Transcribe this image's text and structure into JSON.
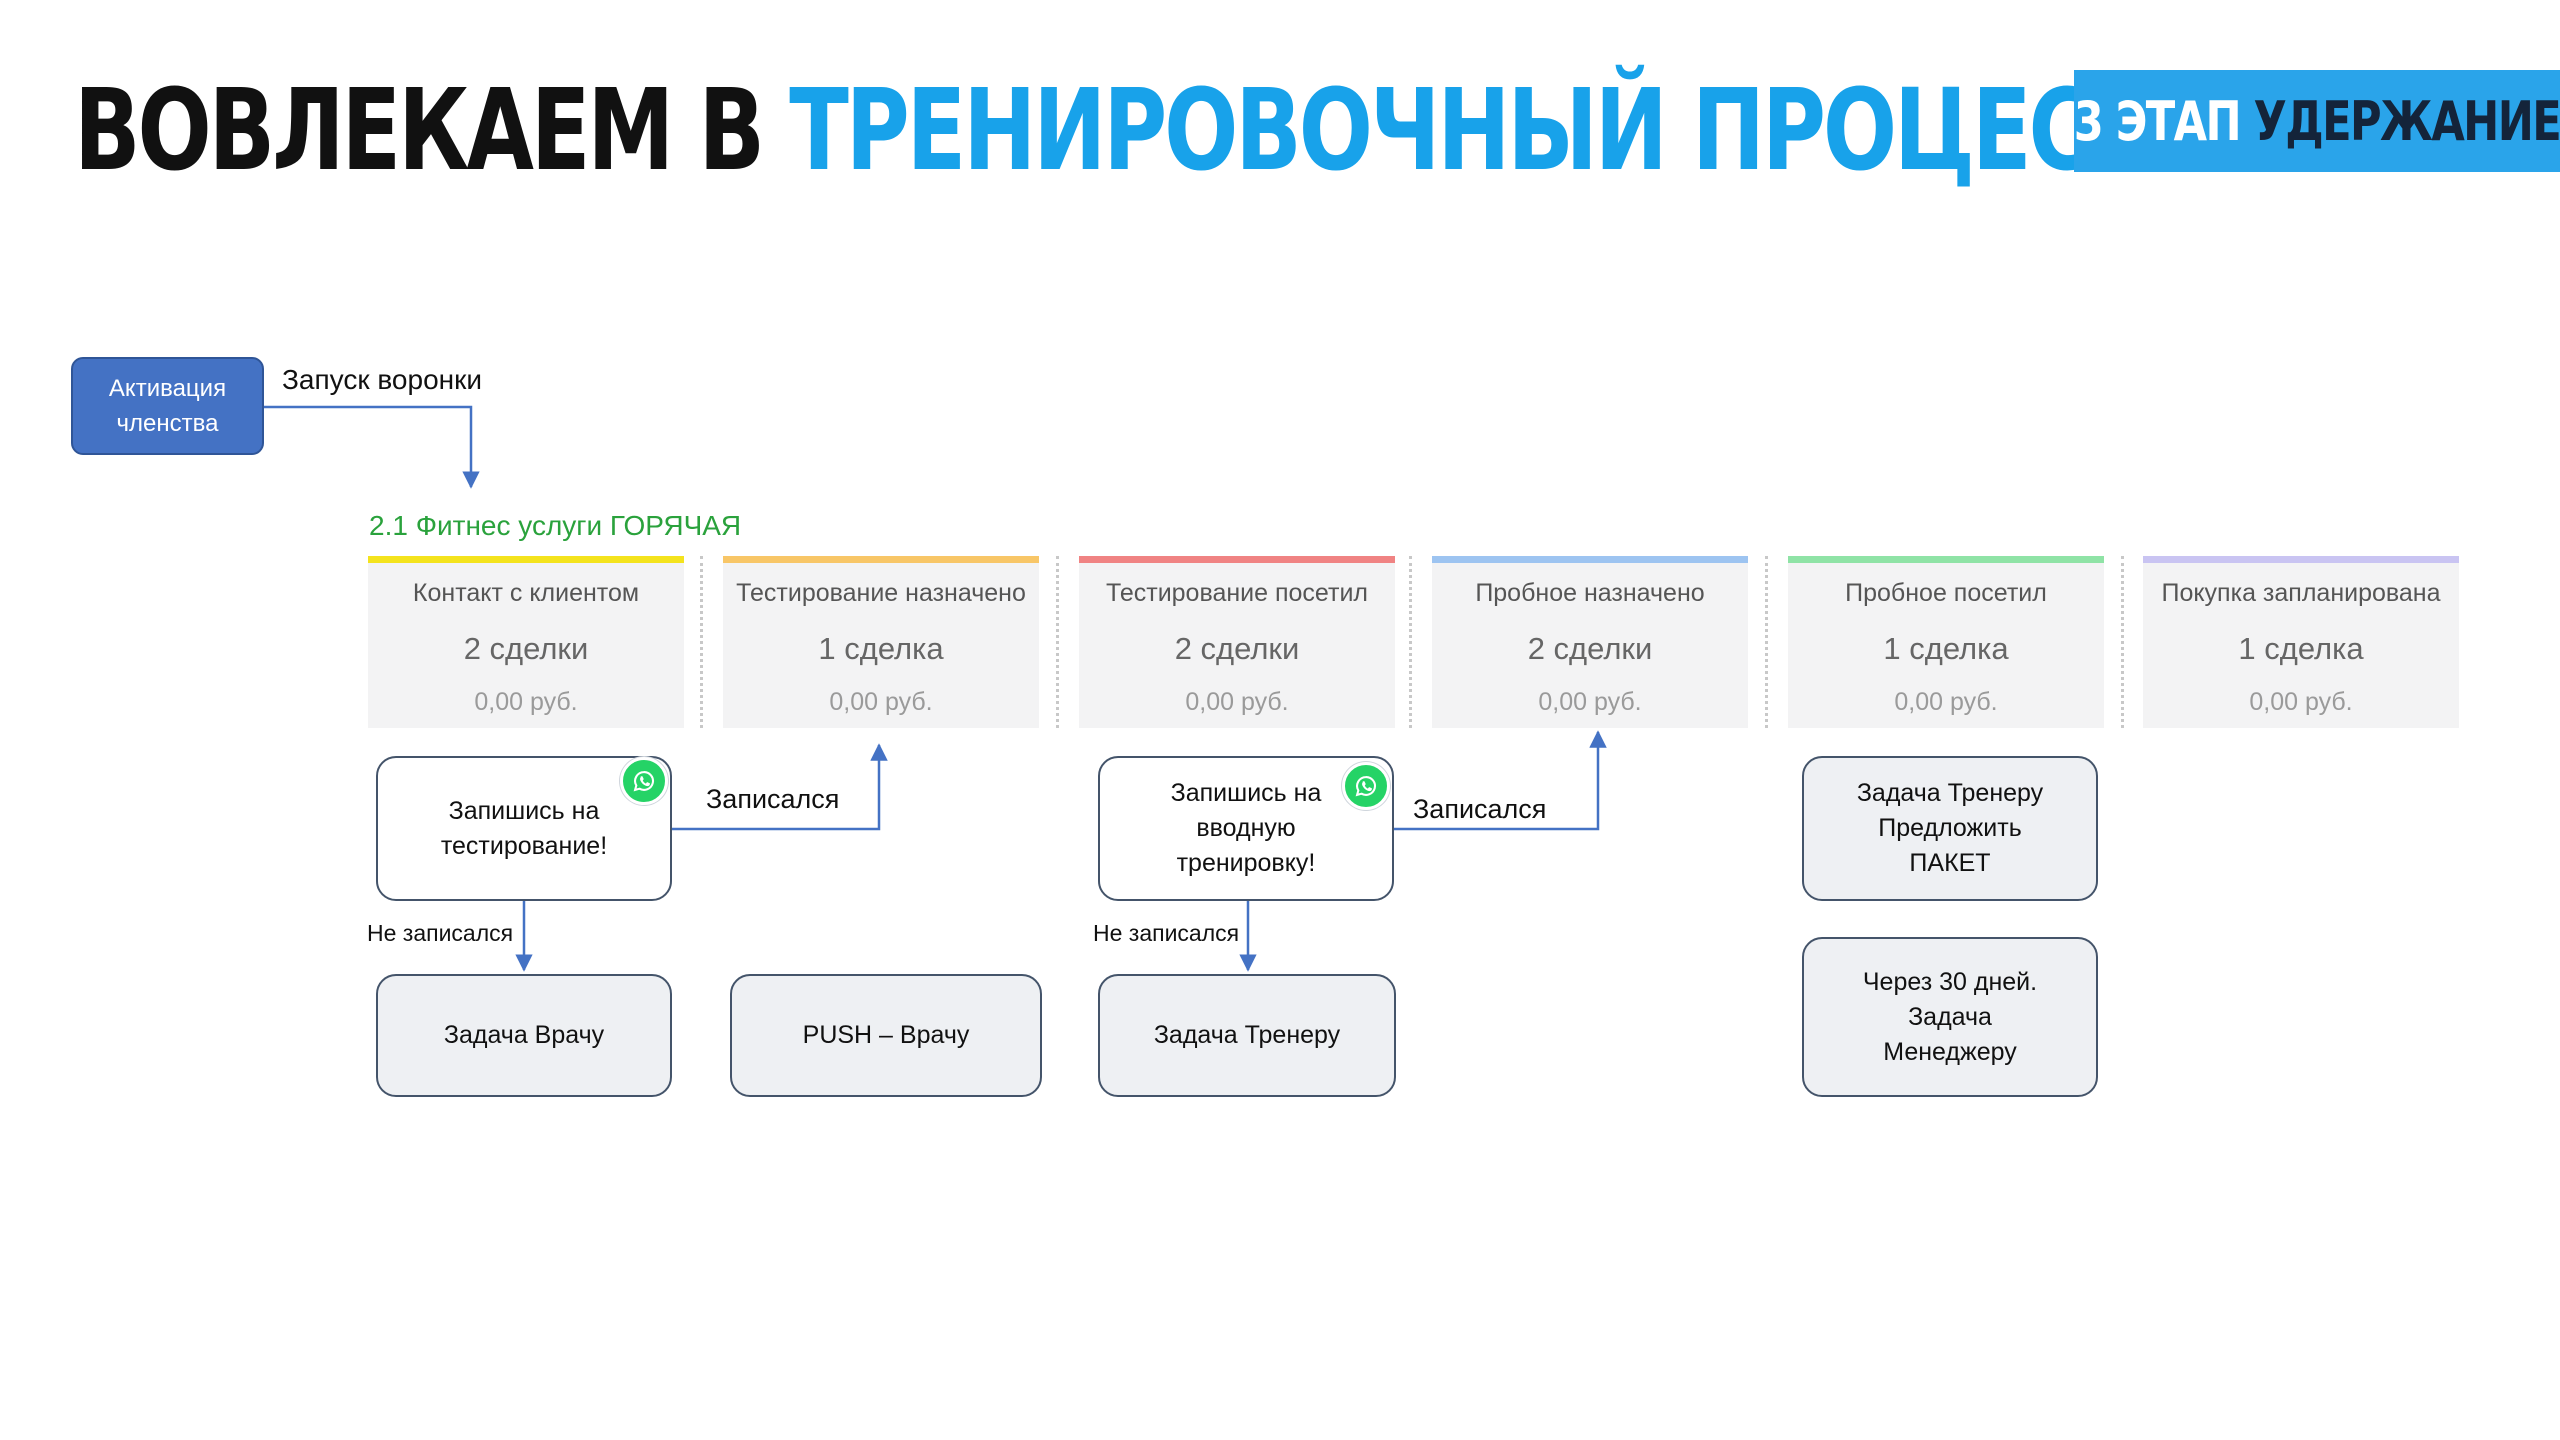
{
  "header": {
    "title_part1": "ВОВЛЕКАЕМ В ",
    "title_part2": "ТРЕНИРОВОЧНЫЙ ПРОЦЕСС",
    "stage_badge_part1": "3 ЭТАП ",
    "stage_badge_part2": "УДЕРЖАНИЕ"
  },
  "flow": {
    "start_node": "Активация членства",
    "funnel_start_label": "Запуск воронки",
    "pipeline_name": "2.1 Фитнес услуги ГОРЯЧАЯ"
  },
  "colors": {
    "title_blue": "#18a2ea",
    "badge_blue": "#2aa4ea",
    "start_node_blue": "#4472c4",
    "pipeline_green": "#2aa23c",
    "whatsapp_green": "#25d366"
  },
  "pipeline": {
    "stages": [
      {
        "title": "Контакт с клиентом",
        "count": "2 сделки",
        "sum": "0,00 руб.",
        "color": "#f4e31d"
      },
      {
        "title": "Тестирование назначено",
        "count": "1 сделка",
        "sum": "0,00 руб.",
        "color": "#f8c667"
      },
      {
        "title": "Тестирование посетил",
        "count": "2 сделки",
        "sum": "0,00 руб.",
        "color": "#f08383"
      },
      {
        "title": "Пробное назначено",
        "count": "2 сделки",
        "sum": "0,00 руб.",
        "color": "#9dc4f1"
      },
      {
        "title": "Пробное посетил",
        "count": "1 сделка",
        "sum": "0,00 руб.",
        "color": "#8fe3a6"
      },
      {
        "title": "Покупка запланирована",
        "count": "1 сделка",
        "sum": "0,00 руб.",
        "color": "#c9c4f2"
      }
    ]
  },
  "actions": {
    "msg_testing": "Запишись на тестирование!",
    "msg_intro_training": "Запишись на вводную тренировку!",
    "signed_up_1": "Записался",
    "signed_up_2": "Записался",
    "not_signed_up_1": "Не записался",
    "not_signed_up_2": "Не записался",
    "task_doctor": "Задача Врачу",
    "push_doctor": "PUSH – Врачу",
    "task_trainer": "Задача Тренеру",
    "task_trainer_package": "Задача Тренеру Предложить ПАКЕТ",
    "task_manager_30days": "Через 30 дней. Задача Менеджеру",
    "messenger_icon": "whatsapp-icon"
  }
}
